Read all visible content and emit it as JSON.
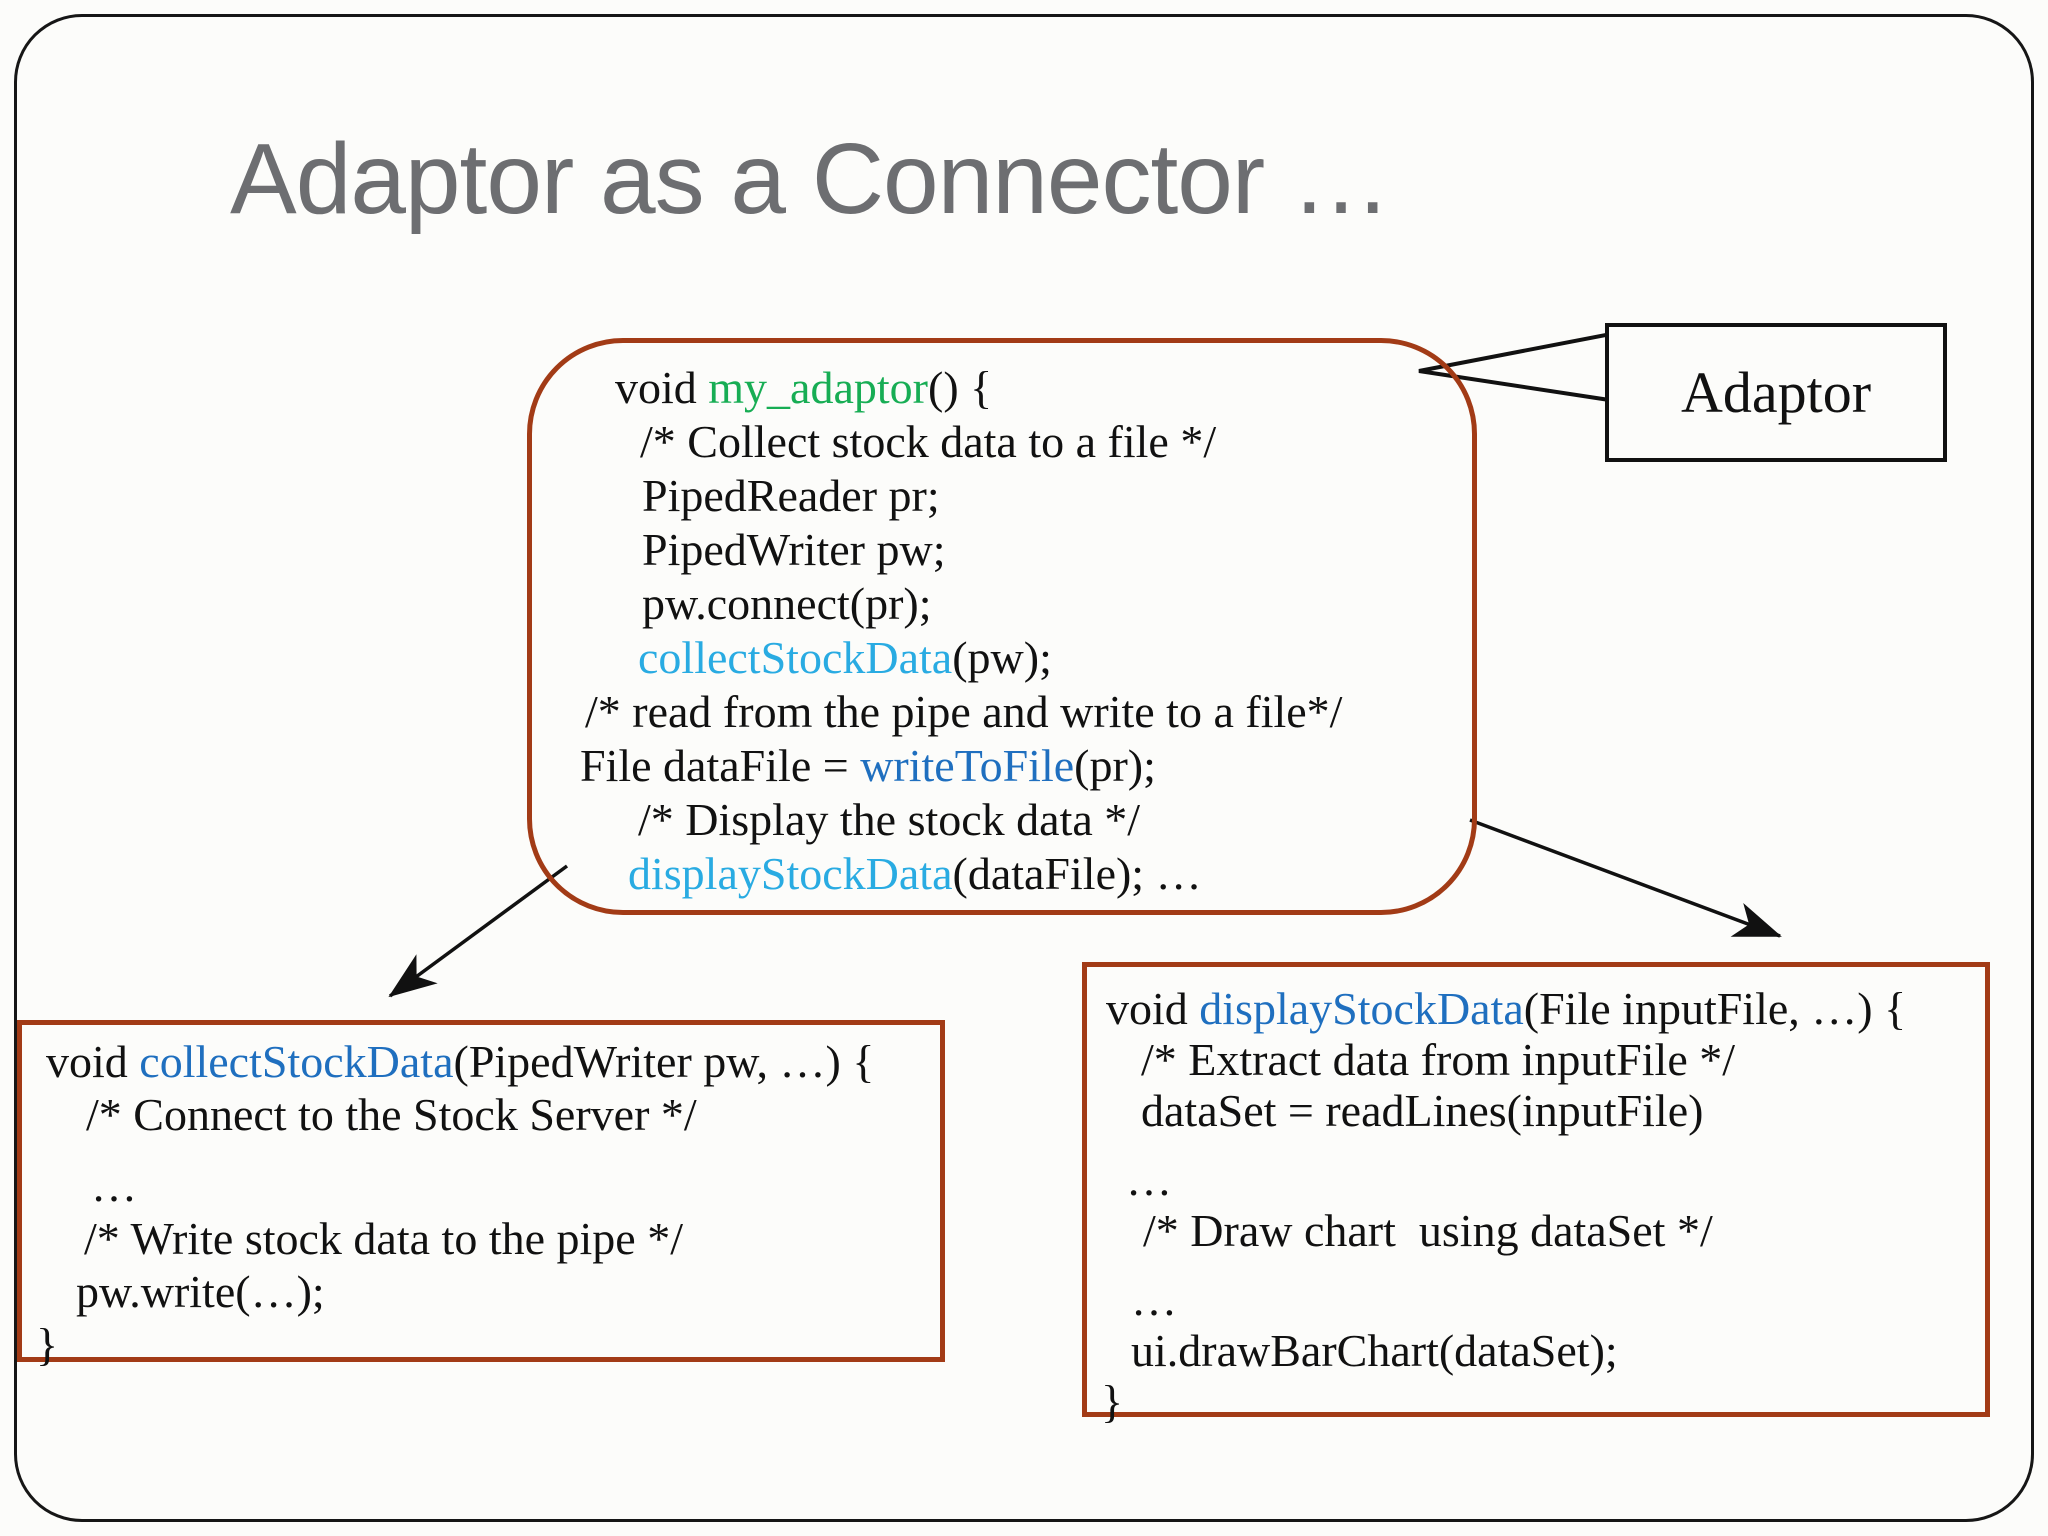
{
  "slide": {
    "title": "Adaptor as a Connector …"
  },
  "colors": {
    "background": "#fcfcfa",
    "slide_border": "#161616",
    "title_text": "#6d6e71",
    "code_box_border": "#a23b16",
    "code_black": "#111111",
    "function_green": "#17ad54",
    "function_light_blue": "#29abe2",
    "function_blue": "#1f6fbf",
    "arrow_black": "#111111"
  },
  "adaptor_label": {
    "text": "Adaptor"
  },
  "main_box": {
    "lines": [
      {
        "indent": 35,
        "segments": [
          {
            "t": "void ",
            "c": "black"
          },
          {
            "t": "my_adaptor",
            "c": "green"
          },
          {
            "t": "() {",
            "c": "black"
          }
        ]
      },
      {
        "indent": 60,
        "segments": [
          {
            "t": "/* Collect stock data to a file */",
            "c": "black"
          }
        ]
      },
      {
        "indent": 62,
        "segments": [
          {
            "t": "PipedReader pr;",
            "c": "black"
          }
        ]
      },
      {
        "indent": 62,
        "segments": [
          {
            "t": "PipedWriter pw;",
            "c": "black"
          }
        ]
      },
      {
        "indent": 62,
        "segments": [
          {
            "t": "pw.connect(pr);",
            "c": "black"
          }
        ]
      },
      {
        "indent": 58,
        "segments": [
          {
            "t": "collectStockData",
            "c": "light_blue"
          },
          {
            "t": "(pw);",
            "c": "black"
          }
        ]
      },
      {
        "indent": 5,
        "segments": [
          {
            "t": "/* read from the pipe and write to a file*/",
            "c": "black"
          }
        ]
      },
      {
        "indent": 0,
        "segments": [
          {
            "t": "File dataFile = ",
            "c": "black"
          },
          {
            "t": "writeToFile",
            "c": "blue"
          },
          {
            "t": "(pr);",
            "c": "black"
          }
        ]
      },
      {
        "indent": 58,
        "segments": [
          {
            "t": "/* Display the stock data */",
            "c": "black"
          }
        ]
      },
      {
        "indent": 48,
        "segments": [
          {
            "t": "displayStockData",
            "c": "light_blue"
          },
          {
            "t": "(dataFile); …",
            "c": "black"
          }
        ]
      }
    ]
  },
  "left_box": {
    "lines": [
      {
        "indent": 10,
        "segments": [
          {
            "t": "void ",
            "c": "black"
          },
          {
            "t": "collectStockData",
            "c": "blue"
          },
          {
            "t": "(PipedWriter pw, …) {",
            "c": "black"
          }
        ]
      },
      {
        "indent": 50,
        "segments": [
          {
            "t": "/* Connect to the Stock Server */",
            "c": "black"
          }
        ]
      },
      {
        "indent": 55,
        "gap": true,
        "segments": [
          {
            "t": "…",
            "c": "black"
          }
        ]
      },
      {
        "indent": 48,
        "segments": [
          {
            "t": "/* Write stock data to the pipe */",
            "c": "black"
          }
        ]
      },
      {
        "indent": 40,
        "segments": [
          {
            "t": "pw.write(…);",
            "c": "black"
          }
        ]
      },
      {
        "indent": 0,
        "segments": [
          {
            "t": "}",
            "c": "black"
          }
        ]
      }
    ]
  },
  "right_box": {
    "lines": [
      {
        "indent": 5,
        "segments": [
          {
            "t": "void ",
            "c": "black"
          },
          {
            "t": "displayStockData",
            "c": "blue"
          },
          {
            "t": "(File inputFile, …) {",
            "c": "black"
          }
        ]
      },
      {
        "indent": 40,
        "segments": [
          {
            "t": "/* Extract data from inputFile */",
            "c": "black"
          }
        ]
      },
      {
        "indent": 40,
        "segments": [
          {
            "t": "dataSet = readLines(inputFile)",
            "c": "black"
          }
        ]
      },
      {
        "indent": 25,
        "gap": true,
        "segments": [
          {
            "t": "…",
            "c": "black"
          }
        ]
      },
      {
        "indent": 42,
        "segments": [
          {
            "t": "/* Draw chart  using dataSet */",
            "c": "black"
          }
        ]
      },
      {
        "indent": 30,
        "gap": true,
        "segments": [
          {
            "t": "…",
            "c": "black"
          }
        ]
      },
      {
        "indent": 30,
        "segments": [
          {
            "t": "ui.drawBarChart(dataSet);",
            "c": "black"
          }
        ]
      },
      {
        "indent": 0,
        "segments": [
          {
            "t": "}",
            "c": "black"
          }
        ]
      }
    ]
  }
}
